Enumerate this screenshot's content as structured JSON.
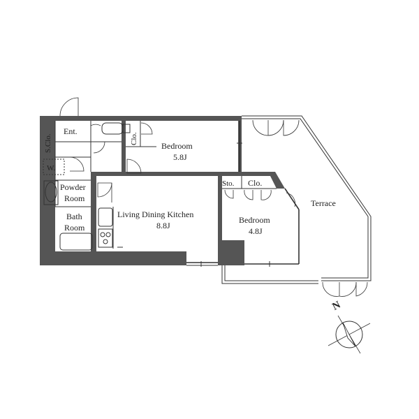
{
  "rooms": {
    "entrance": "Ent.",
    "shoe_closet": "S.Clo.",
    "washer": "W.",
    "closet_1": "Clo.",
    "bedroom_1": {
      "name": "Bedroom",
      "size": "5.8J"
    },
    "powder_room": {
      "line1": "Powder",
      "line2": "Room"
    },
    "bath_room": {
      "line1": "Bath",
      "line2": "Room"
    },
    "ldk": {
      "name": "Living Dining Kitchen",
      "size": "8.8J"
    },
    "storage": "Sto.",
    "closet_2": "Clo.",
    "bedroom_2": {
      "name": "Bedroom",
      "size": "4.8J"
    },
    "terrace": "Terrace"
  },
  "compass": {
    "north_label": "N"
  }
}
